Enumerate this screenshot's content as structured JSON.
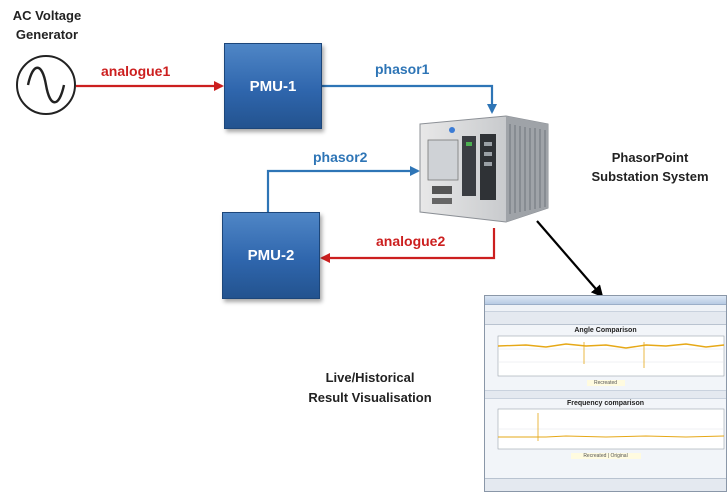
{
  "generator": {
    "title_line1": "AC Voltage",
    "title_line2": "Generator"
  },
  "pmu1": {
    "label": "PMU-1"
  },
  "pmu2": {
    "label": "PMU-2"
  },
  "links": {
    "analogue1": "analogue1",
    "phasor1": "phasor1",
    "phasor2": "phasor2",
    "analogue2": "analogue2"
  },
  "substation": {
    "line1": "PhasorPoint",
    "line2": "Substation System"
  },
  "visualisation": {
    "line1": "Live/Historical",
    "line2": "Result Visualisation"
  },
  "screenshot": {
    "chart1_title": "Angle Comparison",
    "chart2_title": "Frequency comparison",
    "legend1": "Recreated",
    "legend2": "Recreated | Original"
  },
  "colors": {
    "analogue": "#cc1f1f",
    "phasor": "#2e75b6",
    "pmu": "#2f66ad"
  }
}
